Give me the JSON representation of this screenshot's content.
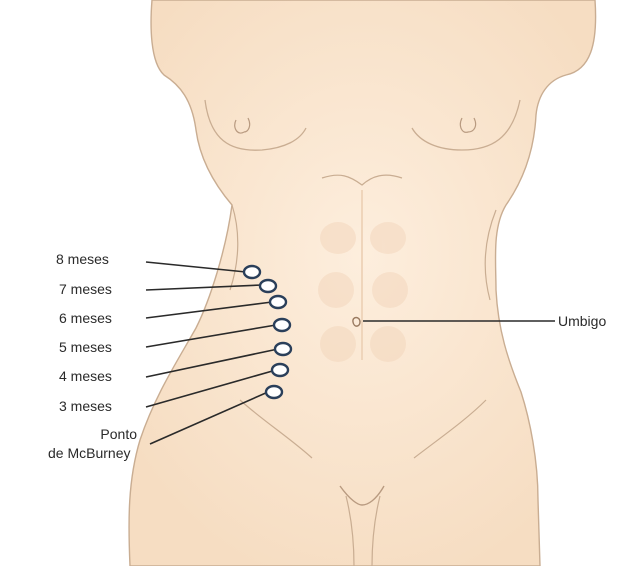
{
  "diagram": {
    "labels": {
      "m8": "8 meses",
      "m7": "7 meses",
      "m6": "6 meses",
      "m5": "5 meses",
      "m4": "4 meses",
      "m3": "3 meses",
      "mcburney_line1": "Ponto",
      "mcburney_line2": "de McBurney",
      "umbilicus": "Umbigo"
    },
    "colors": {
      "skin": "#fbe8d2",
      "outline": "#b89a80",
      "marker": "#2a3f5a",
      "leader": "#2a2a2a"
    }
  }
}
